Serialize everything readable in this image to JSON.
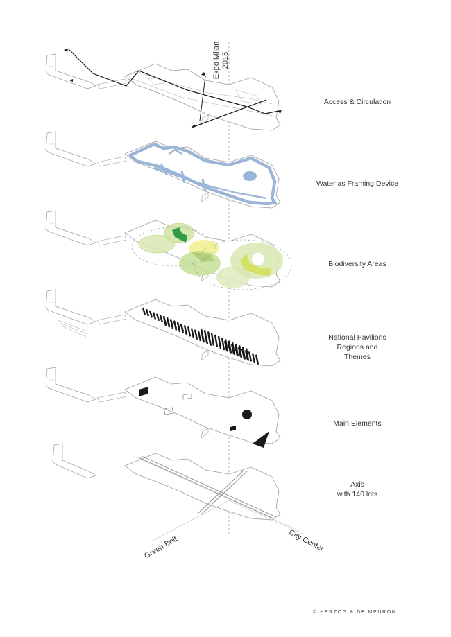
{
  "title": "Expo Milan\n2015",
  "layers": [
    {
      "label": "Access & Circulation"
    },
    {
      "label": "Water as Framing Device"
    },
    {
      "label": "Biodiversity Areas"
    },
    {
      "label": "National Pavilions\nRegions and\nThemes"
    },
    {
      "label": "Main Elements"
    },
    {
      "label": "Axis\nwith 140 lots"
    }
  ],
  "directions": {
    "left": "Green Belt",
    "right": "City Center"
  },
  "credit": "© HERZOG & DE MEURON",
  "colors": {
    "outline": "#9a9a9a",
    "water": "#9bb5d8",
    "water_dark": "#7f9ccb",
    "green_light": "#d8e8b0",
    "green_mid": "#b9d98a",
    "green_dark": "#2f9e47",
    "yellow": "#eef08a",
    "black": "#1a1a1a"
  }
}
